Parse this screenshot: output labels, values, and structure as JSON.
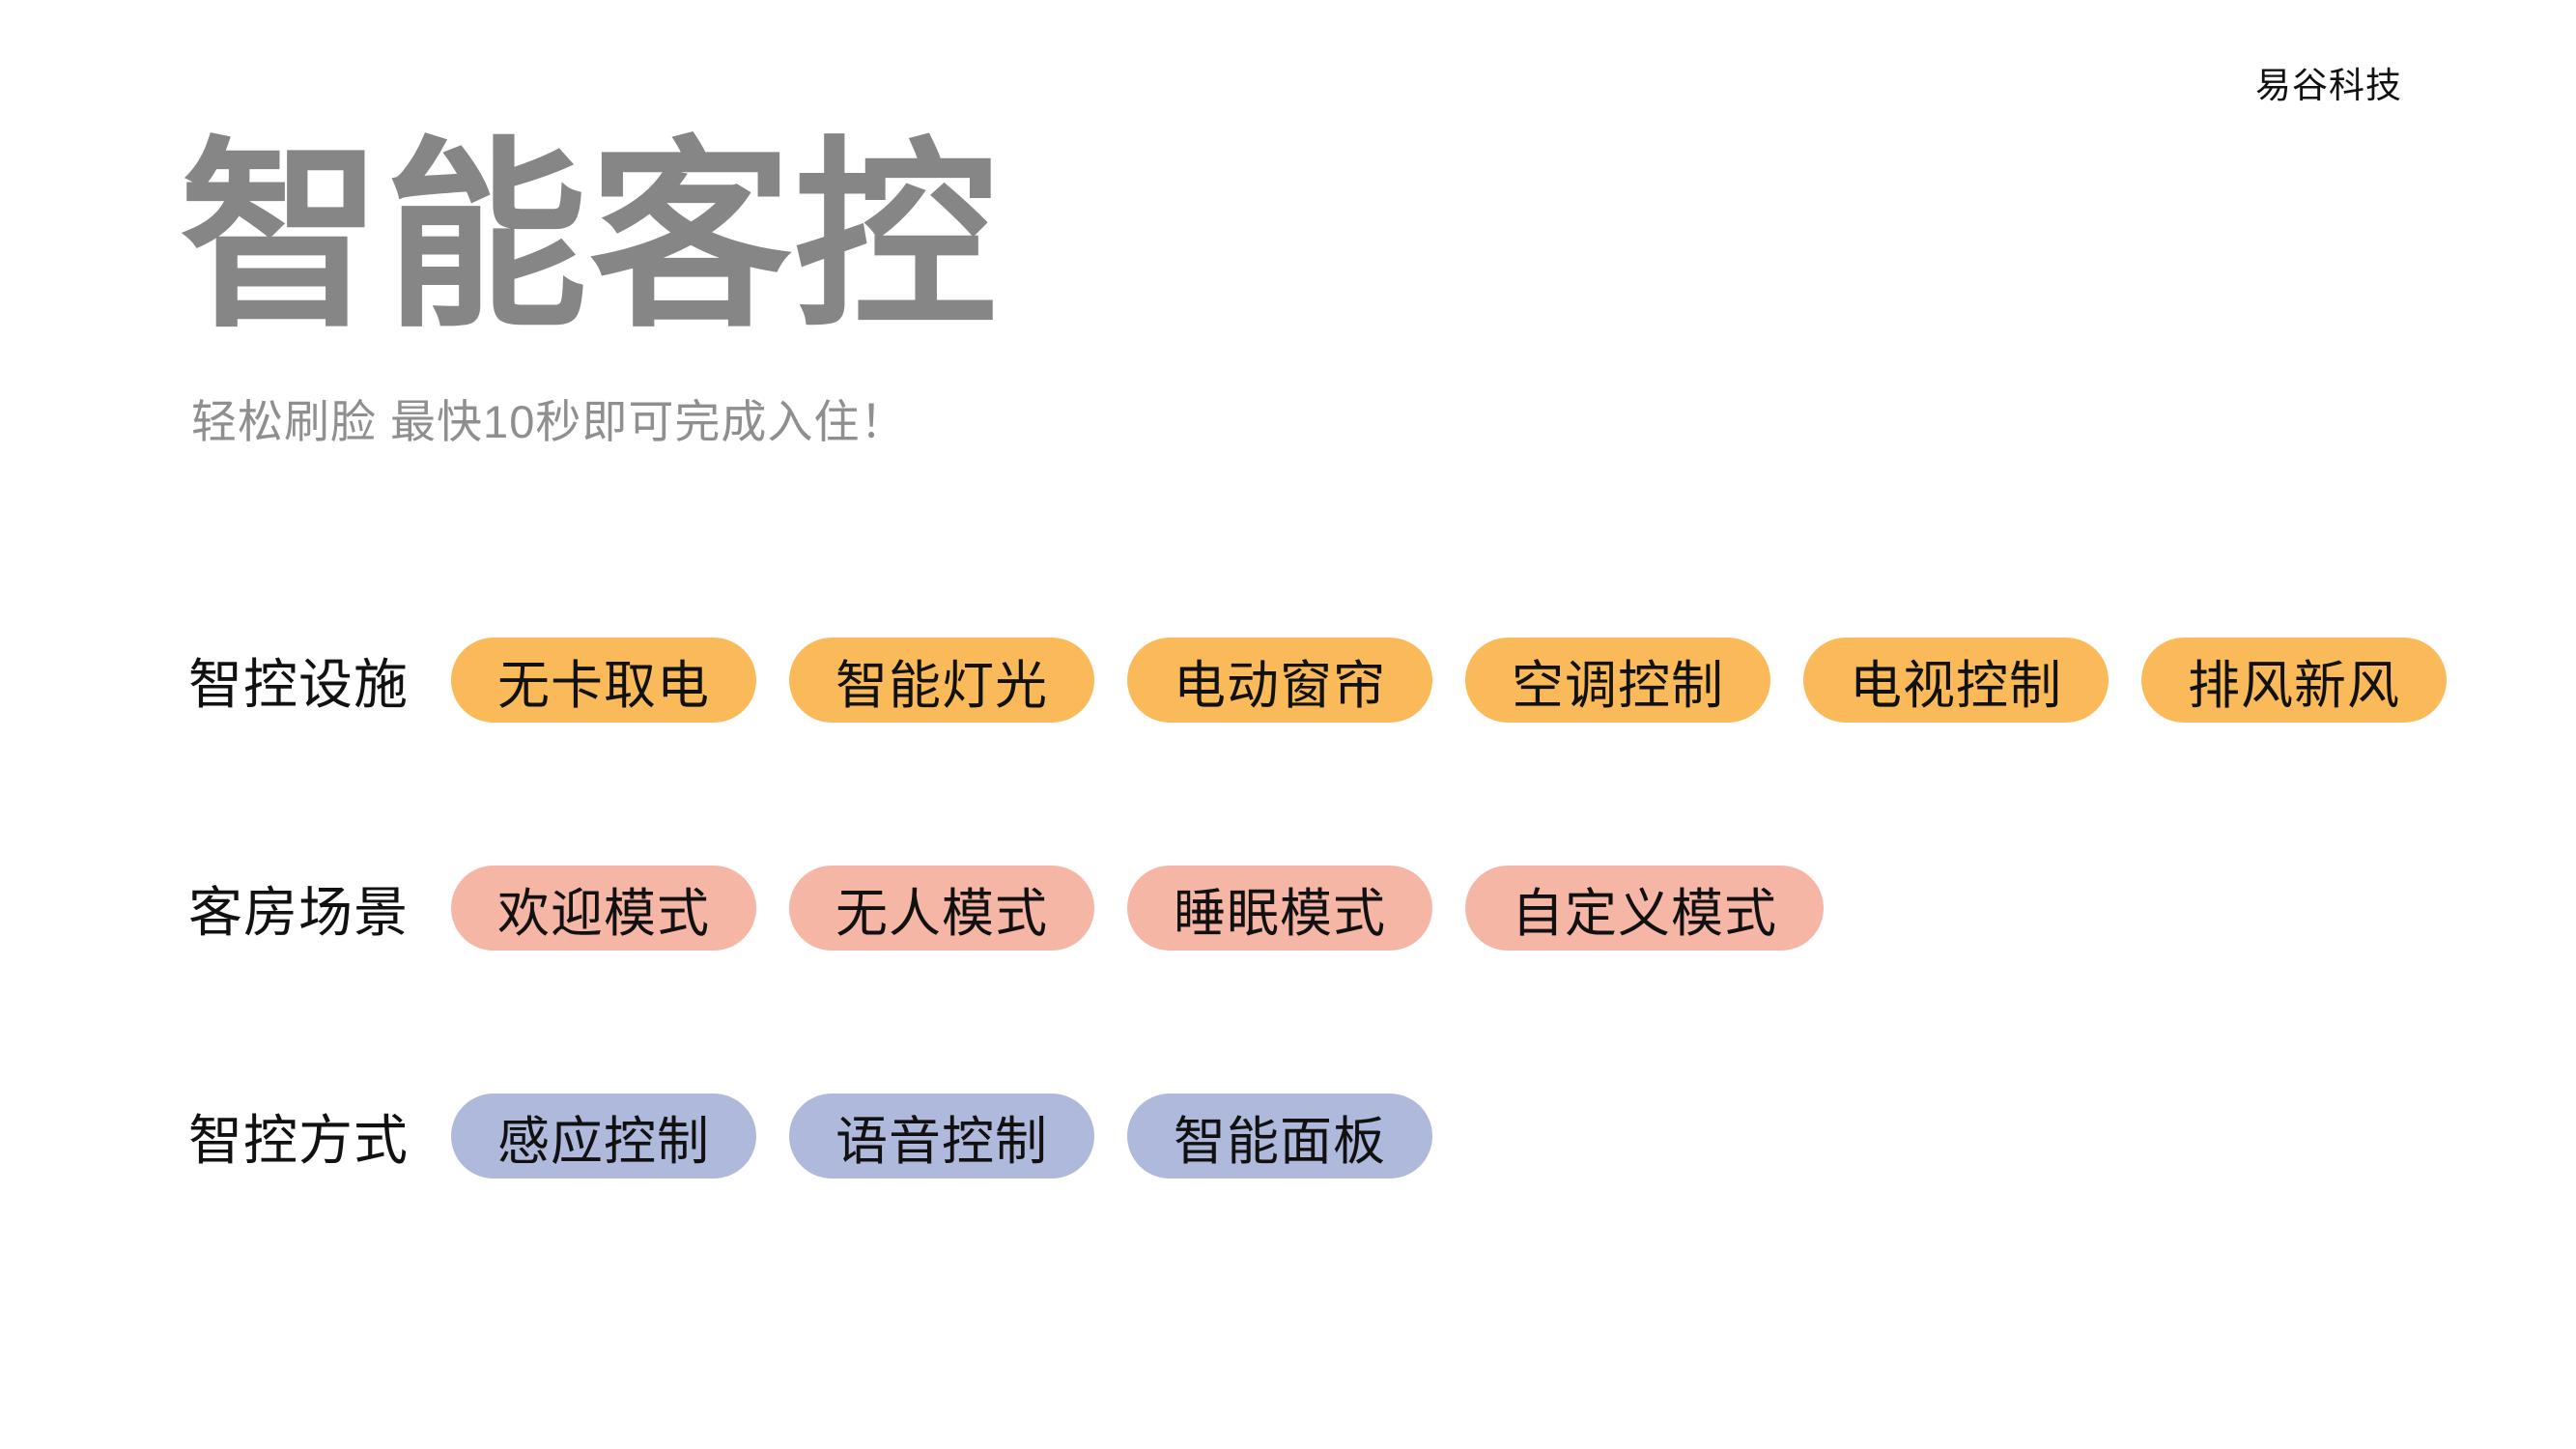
{
  "brand": "易谷科技",
  "title": "智能客控",
  "subtitle": "轻松刷脸 最快10秒即可完成入住！",
  "colors": {
    "background": "#ffffff",
    "title_gray": "#868686",
    "subtitle_gray": "#8f8f8f",
    "label_black": "#111111",
    "pill_orange": "#FBBA5A",
    "pill_pink": "#F6B6A5",
    "pill_blue": "#AEB9DB"
  },
  "rows": [
    {
      "label": "智控设施",
      "color": "#FBBA5A",
      "items": [
        "无卡取电",
        "智能灯光",
        "电动窗帘",
        "空调控制",
        "电视控制",
        "排风新风"
      ]
    },
    {
      "label": "客房场景",
      "color": "#F6B6A5",
      "items": [
        "欢迎模式",
        "无人模式",
        "睡眠模式",
        "自定义模式"
      ]
    },
    {
      "label": "智控方式",
      "color": "#AEB9DB",
      "items": [
        "感应控制",
        "语音控制",
        "智能面板"
      ]
    }
  ]
}
